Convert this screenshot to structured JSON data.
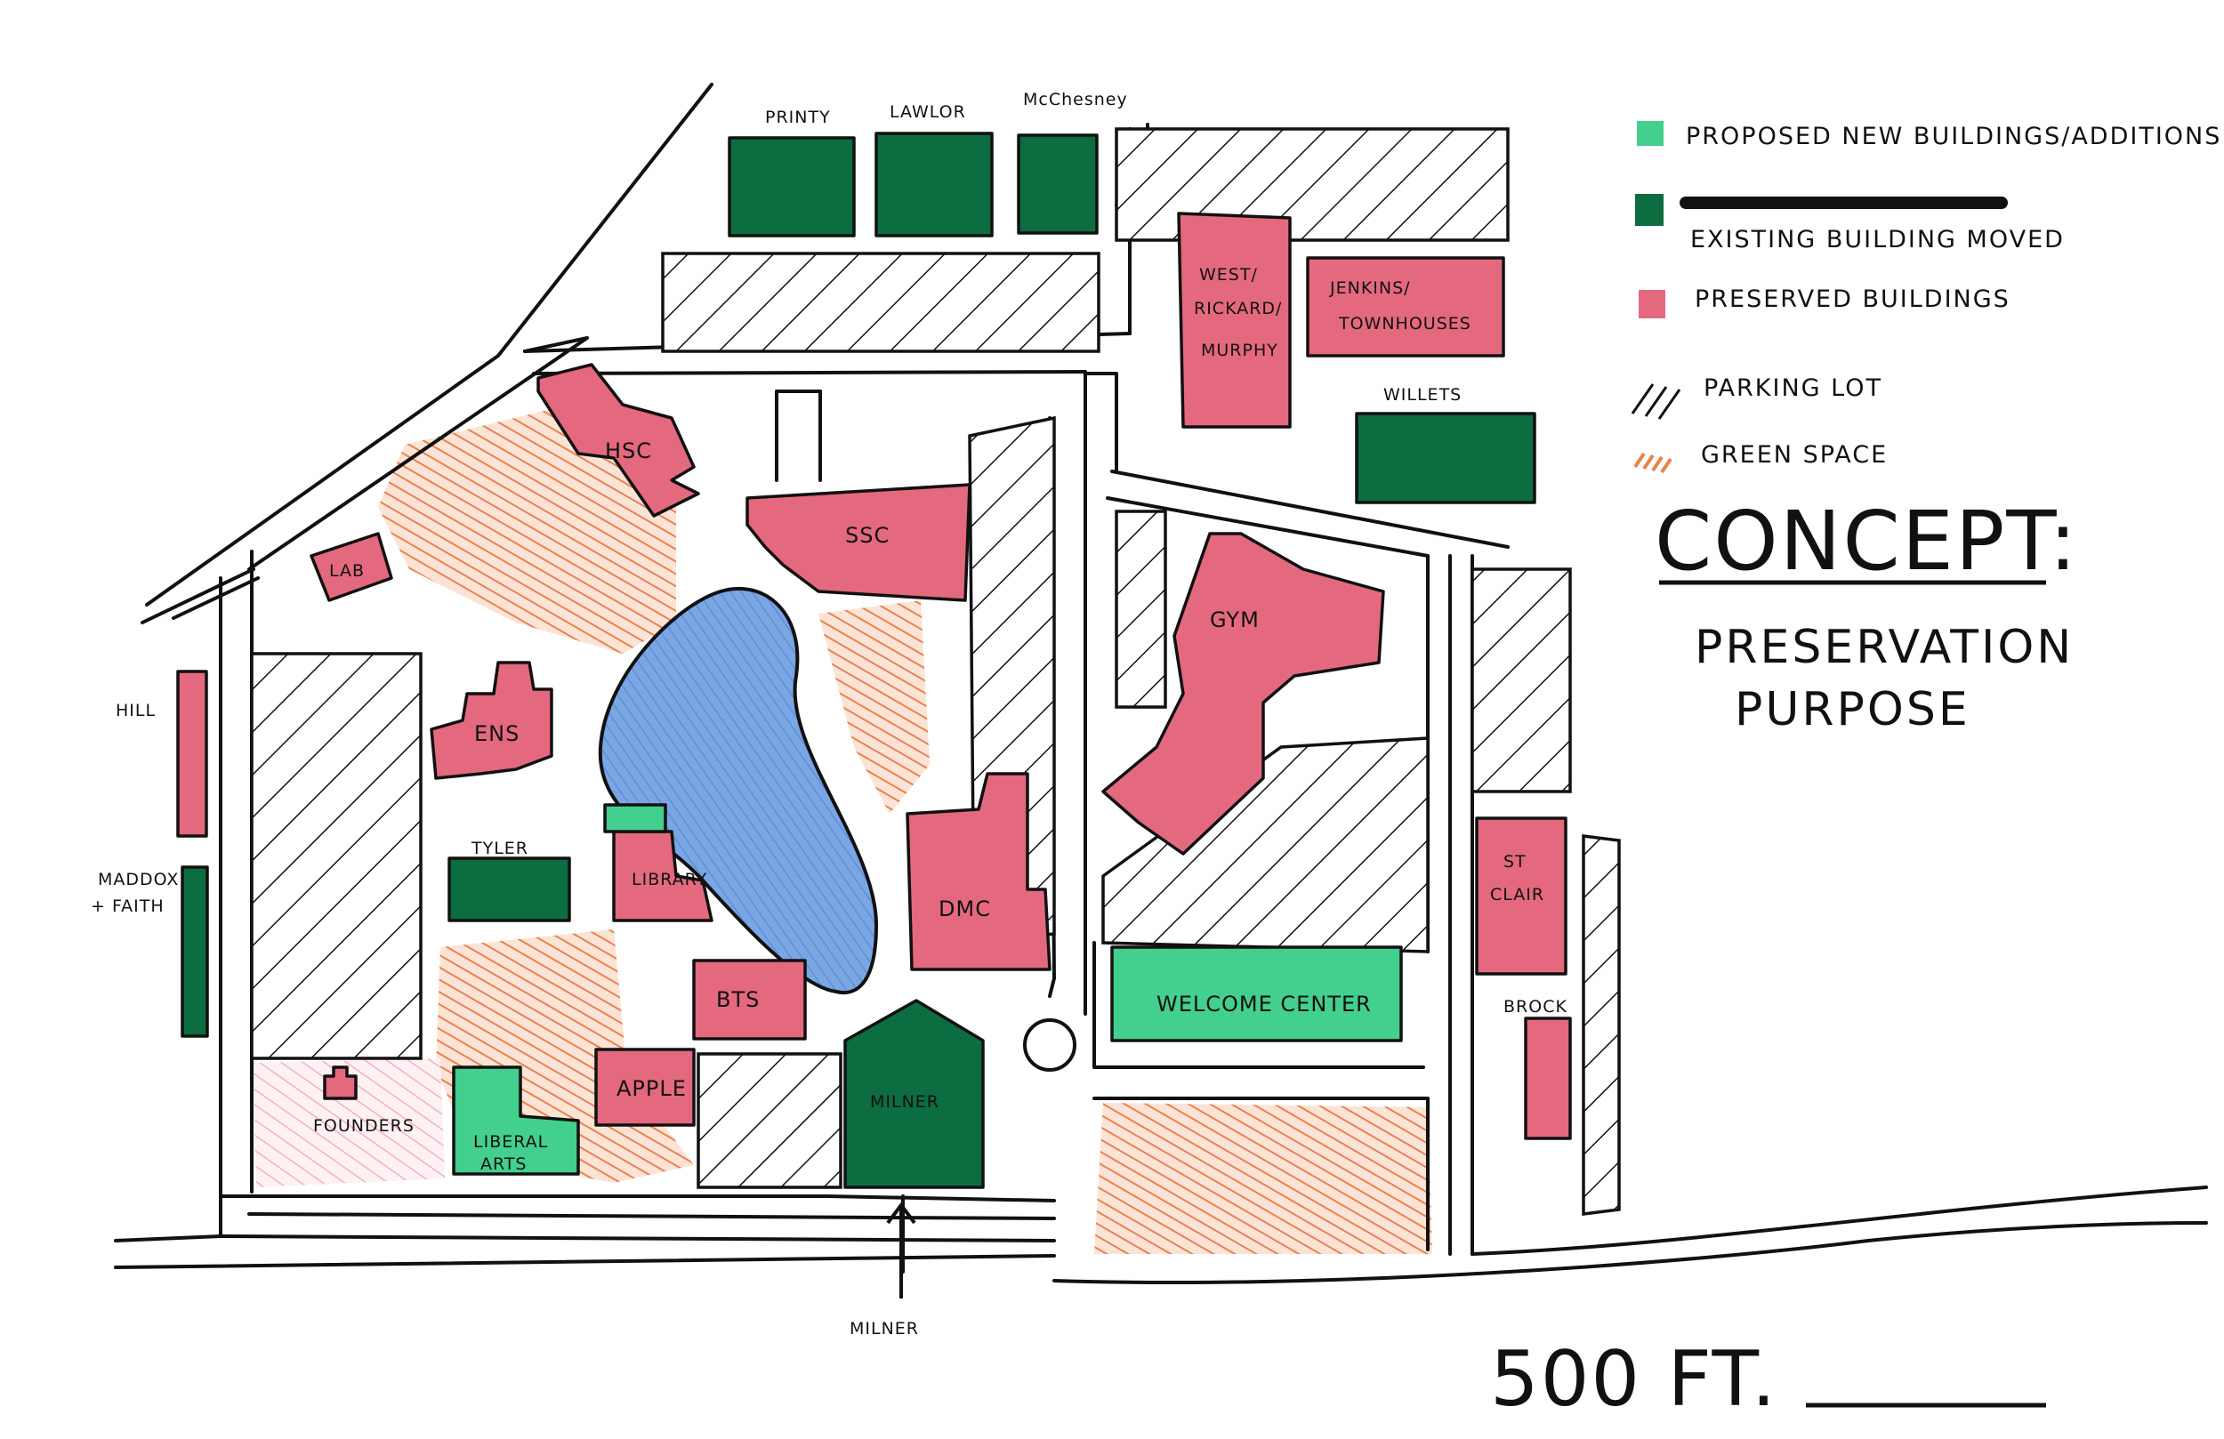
{
  "colors": {
    "preserved": "#e4697f",
    "moved": "#0b6d40",
    "new": "#43cf8e",
    "green_space": "#e8834f",
    "water": "#6f9ee0",
    "ink": "#111111"
  },
  "legend": {
    "new_label": "PROPOSED NEW BUILDINGS/ADDITIONS",
    "moved_label": "EXISTING BUILDING MOVED",
    "preserved_label": "PRESERVED BUILDINGS",
    "parking_label": "PARKING LOT",
    "green_label": "GREEN SPACE"
  },
  "concept": {
    "heading": "CONCEPT:",
    "line1": "PRESERVATION",
    "line2": "PURPOSE"
  },
  "scale": {
    "label": "500 FT."
  },
  "buildings": {
    "printy": "PRINTY",
    "lawlor": "LAWLOR",
    "mcchesney": "McChesney",
    "west_1": "WEST/",
    "west_2": "RICKARD/",
    "west_3": "MURPHY",
    "jenkins_1": "JENKINS/",
    "jenkins_2": "TOWNHOUSES",
    "willets": "WILLETS",
    "hsc": "HSC",
    "ssc": "SSC",
    "lab": "LAB",
    "gym": "GYM",
    "hill": "HILL",
    "ens": "ENS",
    "maddox_1": "MADDOX",
    "maddox_2": "+ FAITH",
    "tyler": "TYLER",
    "library": "LIBRARY",
    "dmc": "DMC",
    "st_clair_1": "ST",
    "st_clair_2": "CLAIR",
    "bts": "BTS",
    "welcome_center": "WELCOME CENTER",
    "brock": "BROCK",
    "founders": "FOUNDERS",
    "apple": "APPLE",
    "milner_building": "MILNER",
    "liberal_1": "LIBERAL",
    "liberal_2": "ARTS"
  },
  "streets": {
    "milner_entrance": "MILNER"
  }
}
